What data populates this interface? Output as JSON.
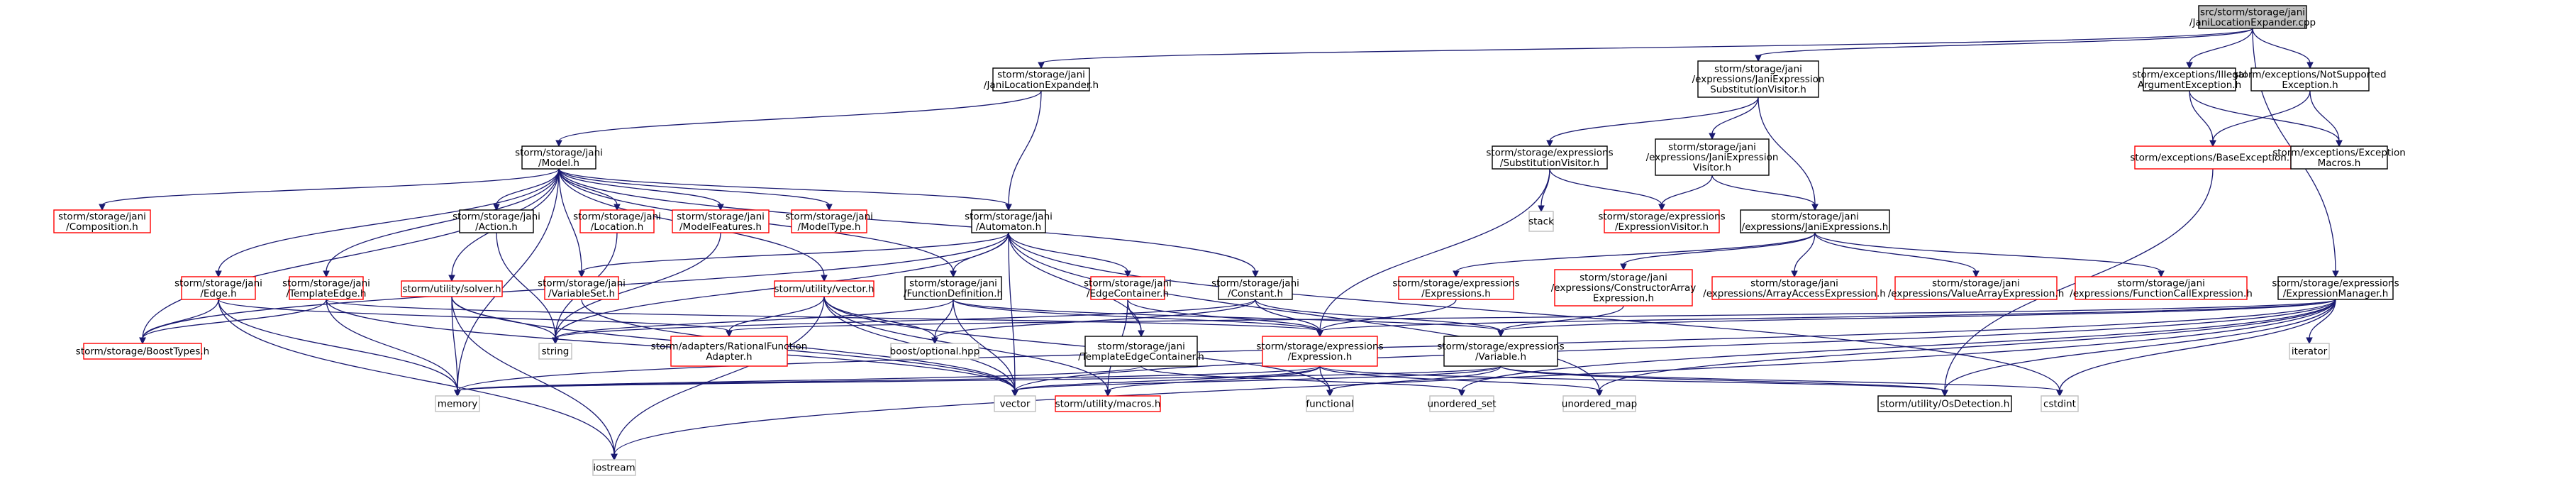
{
  "palette": {
    "edge": "#191970",
    "root_fill": "#bfbfbf",
    "normal_border": "#000000",
    "incomplete_border": "#ff0000",
    "system_border": "#bfbfbf",
    "text": "#000000"
  },
  "nodes": [
    {
      "id": "root",
      "lines": [
        "src/storm/storage/jani",
        "/JaniLocationExpander.cpp"
      ],
      "style": "root"
    },
    {
      "id": "jle_h",
      "lines": [
        "storm/storage/jani",
        "/JaniLocationExpander.h"
      ],
      "style": "normal"
    },
    {
      "id": "jesv_h",
      "lines": [
        "storm/storage/jani",
        "/expressions/JaniExpression",
        "SubstitutionVisitor.h"
      ],
      "style": "normal"
    },
    {
      "id": "illegal_h",
      "lines": [
        "storm/exceptions/Illegal",
        "ArgumentException.h"
      ],
      "style": "normal"
    },
    {
      "id": "notsup_h",
      "lines": [
        "storm/exceptions/NotSupported",
        "Exception.h"
      ],
      "style": "normal"
    },
    {
      "id": "model_h",
      "lines": [
        "storm/storage/jani",
        "/Model.h"
      ],
      "style": "normal"
    },
    {
      "id": "subvis_h",
      "lines": [
        "storm/storage/expressions",
        "/SubstitutionVisitor.h"
      ],
      "style": "normal"
    },
    {
      "id": "jev_h",
      "lines": [
        "storm/storage/jani",
        "/expressions/JaniExpression",
        "Visitor.h"
      ],
      "style": "normal"
    },
    {
      "id": "baseexc_h",
      "lines": [
        "storm/exceptions/BaseException.h"
      ],
      "style": "incomplete"
    },
    {
      "id": "excmacros_h",
      "lines": [
        "storm/exceptions/Exception",
        "Macros.h"
      ],
      "style": "normal"
    },
    {
      "id": "composition_h",
      "lines": [
        "storm/storage/jani",
        "/Composition.h"
      ],
      "style": "incomplete"
    },
    {
      "id": "action_h",
      "lines": [
        "storm/storage/jani",
        "/Action.h"
      ],
      "style": "normal"
    },
    {
      "id": "location_h",
      "lines": [
        "storm/storage/jani",
        "/Location.h"
      ],
      "style": "incomplete"
    },
    {
      "id": "modelfeat_h",
      "lines": [
        "storm/storage/jani",
        "/ModelFeatures.h"
      ],
      "style": "incomplete"
    },
    {
      "id": "modeltype_h",
      "lines": [
        "storm/storage/jani",
        "/ModelType.h"
      ],
      "style": "incomplete"
    },
    {
      "id": "automaton_h",
      "lines": [
        "storm/storage/jani",
        "/Automaton.h"
      ],
      "style": "normal"
    },
    {
      "id": "stack",
      "lines": [
        "stack"
      ],
      "style": "system"
    },
    {
      "id": "exprvis_h",
      "lines": [
        "storm/storage/expressions",
        "/ExpressionVisitor.h"
      ],
      "style": "incomplete"
    },
    {
      "id": "janiexprs_h",
      "lines": [
        "storm/storage/jani",
        "/expressions/JaniExpressions.h"
      ],
      "style": "normal"
    },
    {
      "id": "edge_h",
      "lines": [
        "storm/storage/jani",
        "/Edge.h"
      ],
      "style": "incomplete"
    },
    {
      "id": "tedge_h",
      "lines": [
        "storm/storage/jani",
        "/TemplateEdge.h"
      ],
      "style": "incomplete"
    },
    {
      "id": "solver_h",
      "lines": [
        "storm/utility/solver.h"
      ],
      "style": "incomplete"
    },
    {
      "id": "varset_h",
      "lines": [
        "storm/storage/jani",
        "/VariableSet.h"
      ],
      "style": "incomplete"
    },
    {
      "id": "vector_h",
      "lines": [
        "storm/utility/vector.h"
      ],
      "style": "incomplete"
    },
    {
      "id": "funcdef_h",
      "lines": [
        "storm/storage/jani",
        "/FunctionDefinition.h"
      ],
      "style": "normal"
    },
    {
      "id": "edgecont_h",
      "lines": [
        "storm/storage/jani",
        "/EdgeContainer.h"
      ],
      "style": "incomplete"
    },
    {
      "id": "constant_h",
      "lines": [
        "storm/storage/jani",
        "/Constant.h"
      ],
      "style": "normal"
    },
    {
      "id": "expressions_h",
      "lines": [
        "storm/storage/expressions",
        "/Expressions.h"
      ],
      "style": "incomplete"
    },
    {
      "id": "ctorarray_h",
      "lines": [
        "storm/storage/jani",
        "/expressions/ConstructorArray",
        "Expression.h"
      ],
      "style": "incomplete"
    },
    {
      "id": "arrayaccess_h",
      "lines": [
        "storm/storage/jani",
        "/expressions/ArrayAccessExpression.h"
      ],
      "style": "incomplete"
    },
    {
      "id": "valuearray_h",
      "lines": [
        "storm/storage/jani",
        "/expressions/ValueArrayExpression.h"
      ],
      "style": "incomplete"
    },
    {
      "id": "funccall_h",
      "lines": [
        "storm/storage/jani",
        "/expressions/FunctionCallExpression.h"
      ],
      "style": "incomplete"
    },
    {
      "id": "exprmgr_h",
      "lines": [
        "storm/storage/expressions",
        "/ExpressionManager.h"
      ],
      "style": "normal"
    },
    {
      "id": "boosttypes_h",
      "lines": [
        "storm/storage/BoostTypes.h"
      ],
      "style": "incomplete"
    },
    {
      "id": "string",
      "lines": [
        "string"
      ],
      "style": "system"
    },
    {
      "id": "rfa_h",
      "lines": [
        "storm/adapters/RationalFunction",
        "Adapter.h"
      ],
      "style": "incomplete"
    },
    {
      "id": "boostopt",
      "lines": [
        "boost/optional.hpp"
      ],
      "style": "system"
    },
    {
      "id": "tecont_h",
      "lines": [
        "storm/storage/jani",
        "/TemplateEdgeContainer.h"
      ],
      "style": "normal"
    },
    {
      "id": "expression_h",
      "lines": [
        "storm/storage/expressions",
        "/Expression.h"
      ],
      "style": "incomplete"
    },
    {
      "id": "variable_h",
      "lines": [
        "storm/storage/expressions",
        "/Variable.h"
      ],
      "style": "normal"
    },
    {
      "id": "iterator",
      "lines": [
        "iterator"
      ],
      "style": "system"
    },
    {
      "id": "memory",
      "lines": [
        "memory"
      ],
      "style": "system"
    },
    {
      "id": "vector",
      "lines": [
        "vector"
      ],
      "style": "system"
    },
    {
      "id": "macros_h",
      "lines": [
        "storm/utility/macros.h"
      ],
      "style": "incomplete"
    },
    {
      "id": "functional",
      "lines": [
        "functional"
      ],
      "style": "system"
    },
    {
      "id": "unordered_set",
      "lines": [
        "unordered_set"
      ],
      "style": "system"
    },
    {
      "id": "unordered_map",
      "lines": [
        "unordered_map"
      ],
      "style": "system"
    },
    {
      "id": "osdetect_h",
      "lines": [
        "storm/utility/OsDetection.h"
      ],
      "style": "normal"
    },
    {
      "id": "cstdint",
      "lines": [
        "cstdint"
      ],
      "style": "system"
    },
    {
      "id": "iostream",
      "lines": [
        "iostream"
      ],
      "style": "system"
    }
  ],
  "edges": [
    [
      "root",
      "jle_h"
    ],
    [
      "root",
      "jesv_h"
    ],
    [
      "root",
      "illegal_h"
    ],
    [
      "root",
      "notsup_h"
    ],
    [
      "root",
      "exprmgr_h"
    ],
    [
      "jle_h",
      "model_h"
    ],
    [
      "jle_h",
      "automaton_h"
    ],
    [
      "jesv_h",
      "subvis_h"
    ],
    [
      "jesv_h",
      "jev_h"
    ],
    [
      "jesv_h",
      "janiexprs_h"
    ],
    [
      "illegal_h",
      "baseexc_h"
    ],
    [
      "illegal_h",
      "excmacros_h"
    ],
    [
      "notsup_h",
      "baseexc_h"
    ],
    [
      "notsup_h",
      "excmacros_h"
    ],
    [
      "baseexc_h",
      "osdetect_h"
    ],
    [
      "model_h",
      "composition_h"
    ],
    [
      "model_h",
      "action_h"
    ],
    [
      "model_h",
      "location_h"
    ],
    [
      "model_h",
      "modelfeat_h"
    ],
    [
      "model_h",
      "modeltype_h"
    ],
    [
      "model_h",
      "automaton_h"
    ],
    [
      "model_h",
      "edge_h"
    ],
    [
      "model_h",
      "tedge_h"
    ],
    [
      "model_h",
      "solver_h"
    ],
    [
      "model_h",
      "varset_h"
    ],
    [
      "model_h",
      "vector_h"
    ],
    [
      "model_h",
      "funcdef_h"
    ],
    [
      "model_h",
      "constant_h"
    ],
    [
      "model_h",
      "boosttypes_h"
    ],
    [
      "model_h",
      "memory"
    ],
    [
      "action_h",
      "string"
    ],
    [
      "location_h",
      "string"
    ],
    [
      "modelfeat_h",
      "string"
    ],
    [
      "subvis_h",
      "stack"
    ],
    [
      "subvis_h",
      "exprvis_h"
    ],
    [
      "subvis_h",
      "expression_h"
    ],
    [
      "jev_h",
      "exprvis_h"
    ],
    [
      "jev_h",
      "janiexprs_h"
    ],
    [
      "janiexprs_h",
      "expressions_h"
    ],
    [
      "janiexprs_h",
      "ctorarray_h"
    ],
    [
      "janiexprs_h",
      "arrayaccess_h"
    ],
    [
      "janiexprs_h",
      "valuearray_h"
    ],
    [
      "janiexprs_h",
      "funccall_h"
    ],
    [
      "automaton_h",
      "varset_h"
    ],
    [
      "automaton_h",
      "funcdef_h"
    ],
    [
      "automaton_h",
      "edgecont_h"
    ],
    [
      "automaton_h",
      "boosttypes_h"
    ],
    [
      "automaton_h",
      "string"
    ],
    [
      "automaton_h",
      "vector"
    ],
    [
      "automaton_h",
      "tecont_h"
    ],
    [
      "automaton_h",
      "unordered_map"
    ],
    [
      "automaton_h",
      "cstdint"
    ],
    [
      "expressions_h",
      "expression_h"
    ],
    [
      "ctorarray_h",
      "variable_h"
    ],
    [
      "edge_h",
      "boosttypes_h"
    ],
    [
      "edge_h",
      "memory"
    ],
    [
      "edge_h",
      "iostream"
    ],
    [
      "edge_h",
      "rfa_h"
    ],
    [
      "tedge_h",
      "boosttypes_h"
    ],
    [
      "tedge_h",
      "memory"
    ],
    [
      "tedge_h",
      "vector"
    ],
    [
      "tedge_h",
      "expression_h"
    ],
    [
      "solver_h",
      "memory"
    ],
    [
      "solver_h",
      "vector"
    ],
    [
      "solver_h",
      "iostream"
    ],
    [
      "solver_h",
      "string"
    ],
    [
      "varset_h",
      "vector"
    ],
    [
      "vector_h",
      "iostream"
    ],
    [
      "vector_h",
      "boostopt"
    ],
    [
      "vector_h",
      "rfa_h"
    ],
    [
      "vector_h",
      "macros_h"
    ],
    [
      "vector_h",
      "functional"
    ],
    [
      "vector_h",
      "vector"
    ],
    [
      "funcdef_h",
      "string"
    ],
    [
      "funcdef_h",
      "boostopt"
    ],
    [
      "funcdef_h",
      "vector"
    ],
    [
      "funcdef_h",
      "variable_h"
    ],
    [
      "funcdef_h",
      "expression_h"
    ],
    [
      "edgecont_h",
      "tecont_h"
    ],
    [
      "edgecont_h",
      "expression_h"
    ],
    [
      "edgecont_h",
      "macros_h"
    ],
    [
      "constant_h",
      "string"
    ],
    [
      "constant_h",
      "boostopt"
    ],
    [
      "constant_h",
      "expression_h"
    ],
    [
      "constant_h",
      "variable_h"
    ],
    [
      "tecont_h",
      "memory"
    ],
    [
      "tecont_h",
      "unordered_set"
    ],
    [
      "expression_h",
      "memory"
    ],
    [
      "expression_h",
      "vector"
    ],
    [
      "expression_h",
      "functional"
    ],
    [
      "expression_h",
      "unordered_map"
    ],
    [
      "expression_h",
      "osdetect_h"
    ],
    [
      "expression_h",
      "macros_h"
    ],
    [
      "variable_h",
      "memory"
    ],
    [
      "variable_h",
      "vector"
    ],
    [
      "variable_h",
      "functional"
    ],
    [
      "variable_h",
      "cstdint"
    ],
    [
      "variable_h",
      "osdetect_h"
    ],
    [
      "exprmgr_h",
      "expression_h"
    ],
    [
      "exprmgr_h",
      "variable_h"
    ],
    [
      "exprmgr_h",
      "iterator"
    ],
    [
      "exprmgr_h",
      "memory"
    ],
    [
      "exprmgr_h",
      "vector"
    ],
    [
      "exprmgr_h",
      "iostream"
    ],
    [
      "exprmgr_h",
      "cstdint"
    ],
    [
      "exprmgr_h",
      "unordered_set"
    ],
    [
      "exprmgr_h",
      "unordered_map"
    ],
    [
      "exprmgr_h",
      "osdetect_h"
    ],
    [
      "exprmgr_h",
      "rfa_h"
    ]
  ]
}
